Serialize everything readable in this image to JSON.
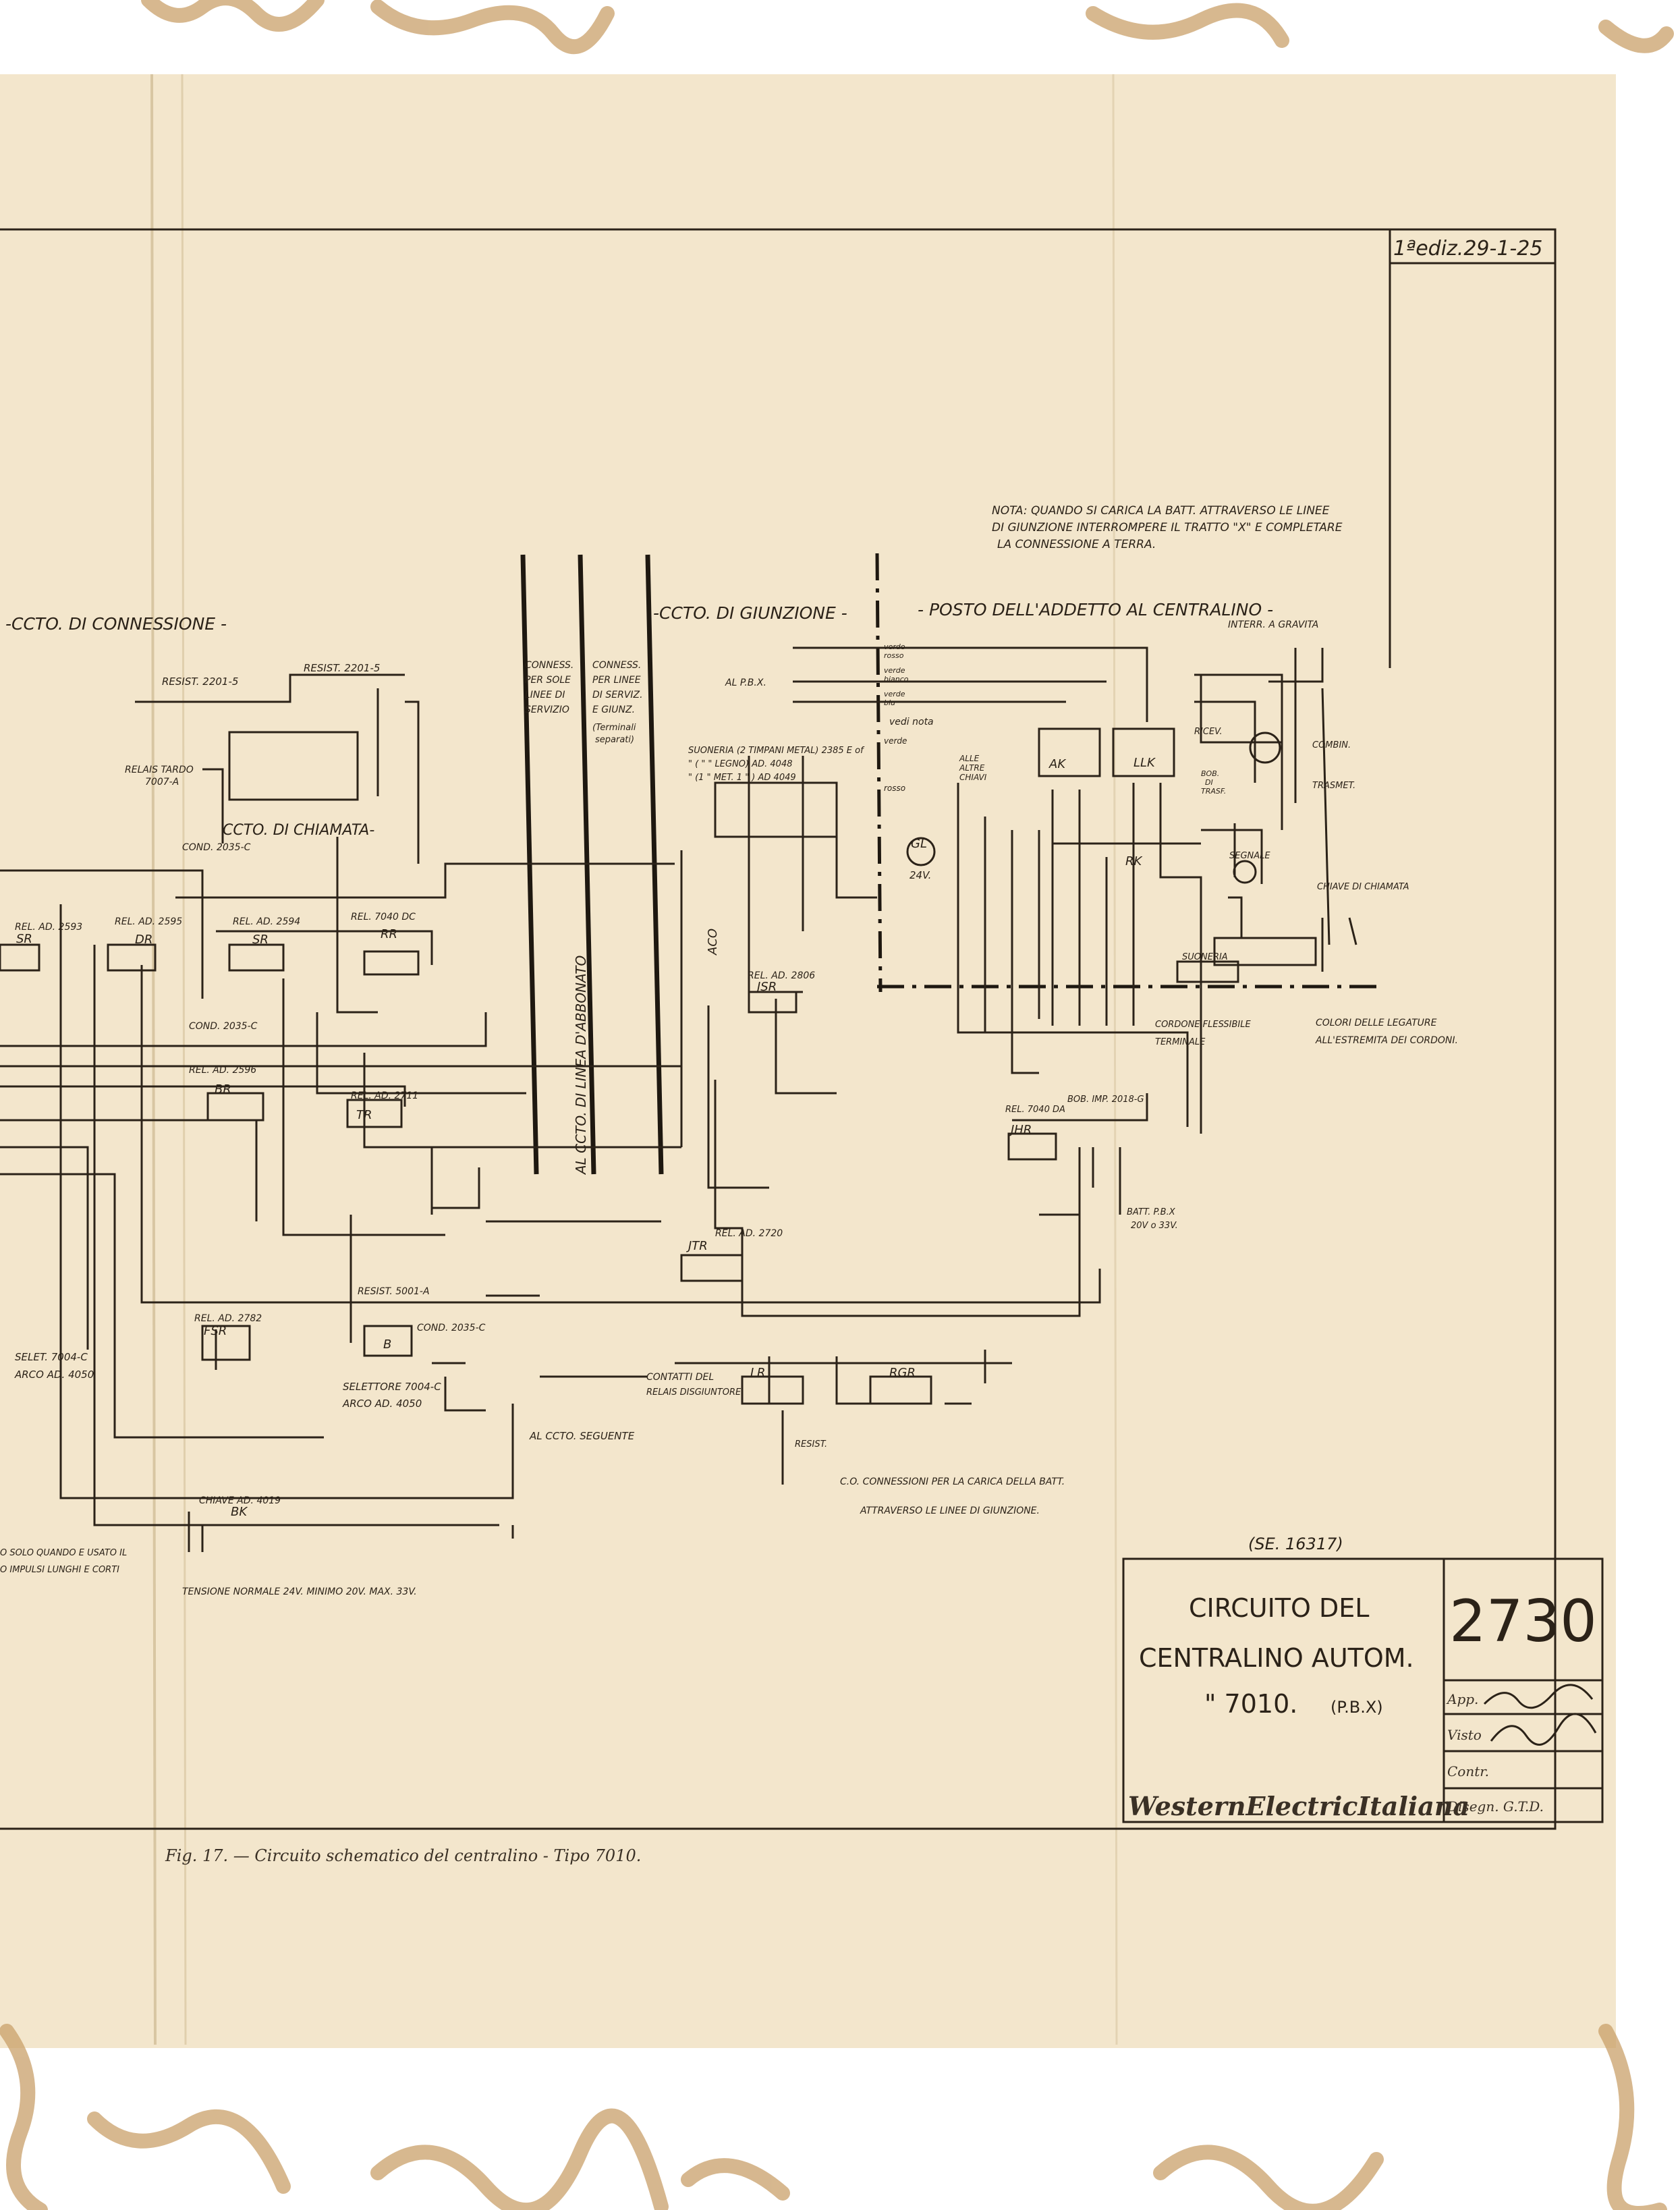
{
  "drawing": {
    "edition": "1ªediz.29-1-25",
    "note_lines": [
      "NOTA: QUANDO SI CARICA LA BATT. ATTRAVERSO LE LINEE",
      "DI GIUNZIONE INTERROMPERE IL TRATTO \"X\" E COMPLETARE",
      "LA CONNESSIONE A TERRA."
    ],
    "sections": {
      "connessione": "-CCTO. DI CONNESSIONE -",
      "giunzione": "-CCTO. DI GIUNZIONE -",
      "posto_addetto": "- POSTO DELL'ADDETTO AL CENTRALINO -",
      "chiamata": "CCTO. DI CHIAMATA-"
    },
    "labels": {
      "resist_2201_5_a": "RESIST. 2201-5",
      "resist_2201_5_b": "RESIST. 2201-5",
      "relais_tardo": "RELAIS TARDO",
      "relais_tardo_num": "7007-A",
      "cond_2035c_1": "COND. 2035-C",
      "cond_2035c_2": "COND. 2035-C",
      "cond_2035c_3": "COND. 2035-C",
      "rel_ad_2593": "REL. AD. 2593",
      "rel_ad_2595": "REL. AD. 2595",
      "rel_ad_2594": "REL. AD. 2594",
      "rel_7040dc": "REL. 7040 DC",
      "rel_ad_2596": "REL. AD. 2596",
      "rel_ad_2711": "REL. AD. 2711",
      "rel_ad_2782": "REL. AD. 2782",
      "resist_5001a": "RESIST. 5001-A",
      "selet_7004c": "SELET. 7004-C",
      "arco_4050_a": "ARCO AD. 4050",
      "selettore_7004c": "SELETTORE 7004-C",
      "arco_4050_b": "ARCO AD. 4050",
      "chiave_4019": "CHIAVE AD. 4019",
      "al_ccto_seguente": "AL CCTO. SEGUENTE",
      "tensione": "TENSIONE NORMALE 24V.  MINIMO 20V.  MAX. 33V.",
      "solo_quando": "O SOLO QUANDO E USATO IL",
      "impulsi": "O IMPULSI LUNGHI E CORTI",
      "conness_sole": [
        "CONNESS.",
        "PER SOLE",
        "LINEE DI",
        "SERVIZIO"
      ],
      "conness_linee": [
        "CONNESS.",
        "PER LINEE",
        "DI SERVIZ.",
        "E GIUNZ."
      ],
      "terminali": [
        "(Terminali",
        "separati)"
      ],
      "al_ccto_linea": "AL CCTO. DI LINEA D'ABBONATO",
      "al_pbx": "AL P.B.X.",
      "suoneria_lines": [
        "SUONERIA (2 TIMPANI METAL) 2385 E of",
        "  \"   ( \"  \"  LEGNO) AD. 4048",
        "  \"   (1 \" MET. 1 \" ) AD 4049"
      ],
      "vedi_nota": "vedi nota",
      "rel_ad_2806": "REL. AD. 2806",
      "rel_ad_2720": "REL. AD. 2720",
      "interr_gravita": "INTERR. A GRAVITA",
      "ricev": "RICEV.",
      "combin": "COMBIN.",
      "trasmet": "TRASMET.",
      "bob_trasf": [
        "BOB.",
        "DI",
        "TRASF."
      ],
      "segnale": "SEGNALE",
      "chiave_chiamata": "CHIAVE DI CHIAMATA",
      "suoneria": "SUONERIA",
      "cordone_flessibile": "CORDONE FLESSIBILE",
      "terminale": "TERMINALE",
      "colori_legature": "COLORI DELLE LEGATURE",
      "estremita_cordoni": "ALL'ESTREMITA DEI CORDONI.",
      "rel_7040da": "REL. 7040 DA",
      "bob_imp": "BOB. IMP. 2018-G",
      "batt_pbx": "BATT. P.B.X",
      "batt_volt": "20V o 33V.",
      "contatti_del": "CONTATTI DEL",
      "relais_disgiuntore": "RELAIS DISGIUNTORE",
      "resist": "RESIST.",
      "co_conn_1": "C.O. CONNESSIONI PER LA CARICA DELLA BATT.",
      "co_conn_2": "ATTRAVERSO LE LINEE DI GIUNZIONE.",
      "se_number": "(SE. 16317)",
      "alle_altre_chiavi": [
        "ALLE",
        "ALTRE",
        "CHIAVI"
      ],
      "gl_24v": "24V."
    },
    "relay_tags": [
      "SR",
      "DR",
      "SR",
      "RR",
      "BR",
      "TR",
      "FSR",
      "B",
      "BK",
      "JSR",
      "JTR",
      "AK",
      "LLK",
      "RK",
      "GL",
      "LR",
      "RGR",
      "JHR",
      "ACO"
    ],
    "wire_colors": [
      "verde",
      "rosso",
      "verde",
      "bianco",
      "verde",
      "blu",
      "verde",
      "rosso"
    ]
  },
  "title_block": {
    "title_line1": "CIRCUITO DEL",
    "title_line2": "CENTRALINO AUTOM.",
    "title_line3": "\" 7010.",
    "title_suffix": "(P.B.X)",
    "number": "2730",
    "approvato": "App.",
    "visto": "Visto",
    "contr": "Contr.",
    "disegn": "Disegn. G.T.D.",
    "company": "WesternElectricItaliana"
  },
  "caption": "Fig. 17. — Circuito schematico del centralino - Tipo 7010.",
  "colors": {
    "paper": "#f3e6cc",
    "ink": "#2b2218",
    "stain": "#c9a06a"
  }
}
